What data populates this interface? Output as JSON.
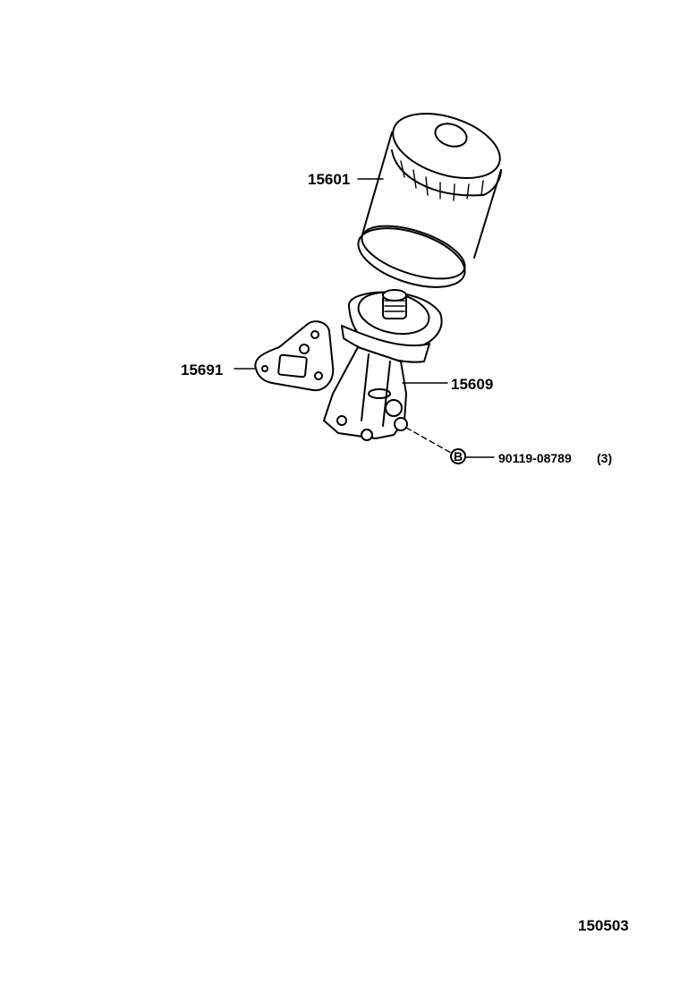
{
  "parts": {
    "oil_filter": {
      "number": "15601"
    },
    "gasket": {
      "number": "15691"
    },
    "filter_bracket": {
      "number": "15609"
    },
    "bolt": {
      "marker": "B",
      "number": "90119-08789",
      "qty": "(3)"
    }
  },
  "diagram_id": "150503"
}
